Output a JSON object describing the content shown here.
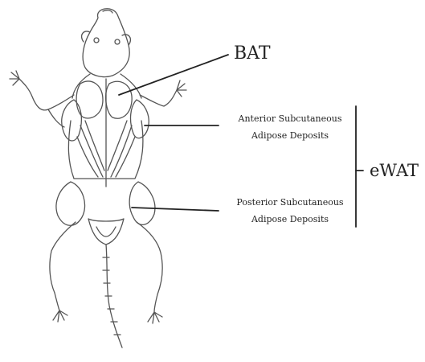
{
  "labels": {
    "bat": "BAT",
    "ewat": "eWAT",
    "anterior": {
      "line1": "Anterior Subcutaneous",
      "line2": "Adipose Deposits"
    },
    "posterior": {
      "line1": "Posterior Subcutaneous",
      "line2": "Adipose Deposits"
    }
  },
  "colors": {
    "ink": "#222222",
    "sketch": "#555555",
    "background": "#ffffff"
  }
}
